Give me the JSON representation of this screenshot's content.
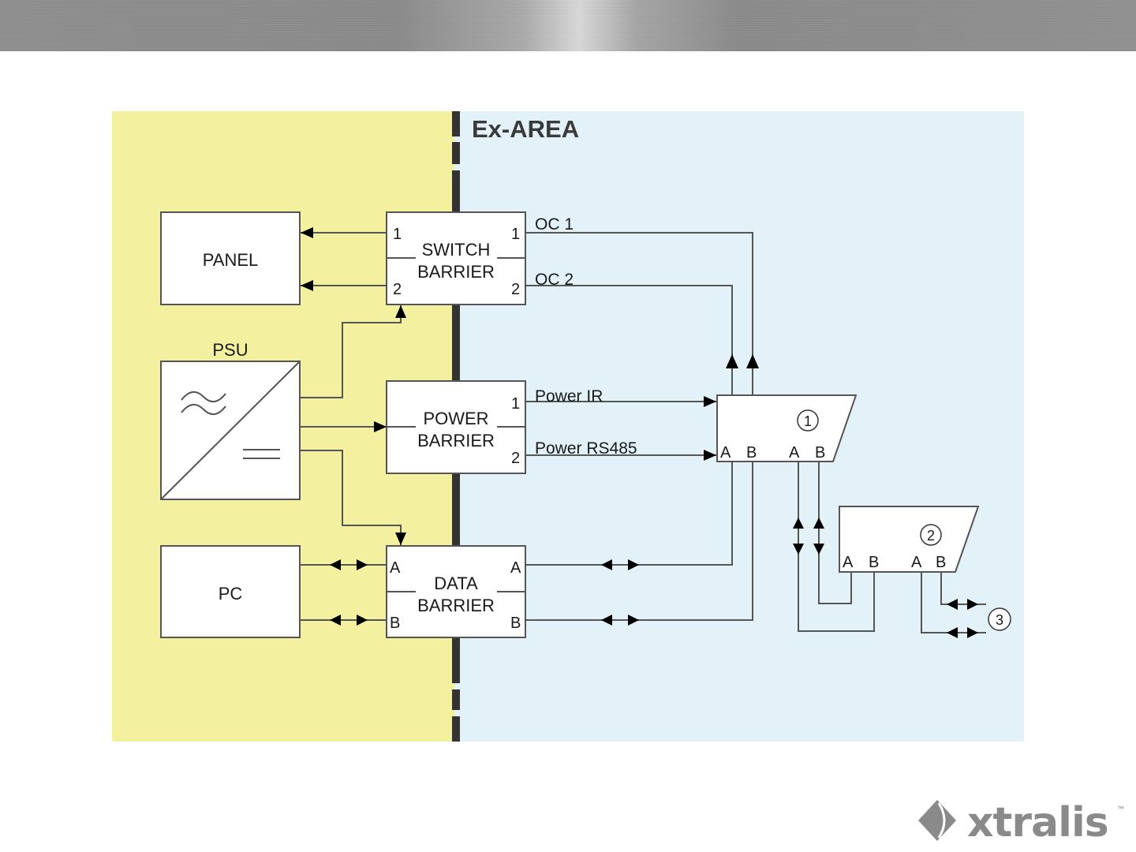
{
  "header": {
    "style": "brushed-metal"
  },
  "zones": {
    "safe_area": {
      "color": "#f3f0a0"
    },
    "ex_area": {
      "label": "Ex-AREA",
      "color": "#e3f2f8"
    },
    "divider": {
      "color": "#333333",
      "style": "dashed"
    }
  },
  "blocks": {
    "panel": {
      "label": "PANEL"
    },
    "psu": {
      "label": "PSU",
      "ac_symbol": "≈",
      "dc_symbol": "="
    },
    "pc": {
      "label": "PC"
    },
    "switch_barrier": {
      "line1": "SWITCH",
      "line2": "BARRIER",
      "left_ports": [
        "1",
        "2"
      ],
      "right_ports": [
        "1",
        "2"
      ]
    },
    "power_barrier": {
      "line1": "POWER",
      "line2": "BARRIER",
      "right_ports": [
        "1",
        "2"
      ]
    },
    "data_barrier": {
      "line1": "DATA",
      "line2": "BARRIER",
      "left_ports": [
        "A",
        "B"
      ],
      "right_ports": [
        "A",
        "B"
      ]
    },
    "device1": {
      "number": "1",
      "ports": [
        "A",
        "B",
        "A",
        "B"
      ]
    },
    "device2": {
      "number": "2",
      "ports": [
        "A",
        "B",
        "A",
        "B"
      ]
    },
    "terminal3": {
      "number": "3"
    }
  },
  "signals": {
    "oc1": "OC 1",
    "oc2": "OC 2",
    "power_ir": "Power IR",
    "power_rs485": "Power RS485"
  },
  "logo": {
    "text": "xtralis",
    "trademark": "™",
    "color": "#8a8a8a"
  }
}
